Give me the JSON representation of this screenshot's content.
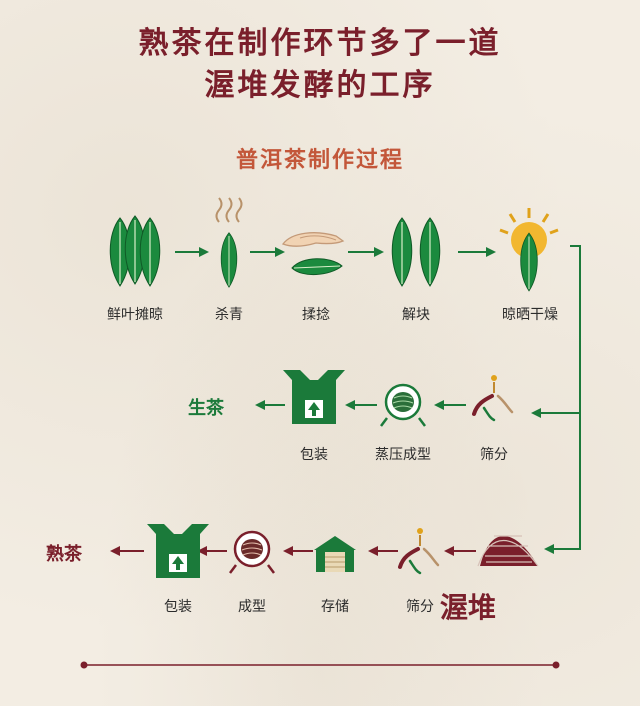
{
  "title": {
    "line1": "熟茶在制作环节多了一道",
    "line2": "渥堆发酵的工序"
  },
  "subtitle": "普洱茶制作过程",
  "row1": [
    {
      "label": "鲜叶摊晾",
      "icon": "fresh-leaves-icon"
    },
    {
      "label": "杀青",
      "icon": "steaming-leaf-icon"
    },
    {
      "label": "揉捻",
      "icon": "hand-rolling-leaf-icon"
    },
    {
      "label": "解块",
      "icon": "two-leaves-icon"
    },
    {
      "label": "晾晒干燥",
      "icon": "sun-leaf-icon"
    }
  ],
  "row2": {
    "output": "生茶",
    "steps": [
      {
        "label": "包装",
        "icon": "package-box-icon"
      },
      {
        "label": "蒸压成型",
        "icon": "tea-cake-icon"
      },
      {
        "label": "筛分",
        "icon": "sieve-leaves-icon"
      }
    ]
  },
  "row3": {
    "output": "熟茶",
    "steps": [
      {
        "label": "包装",
        "icon": "package-box-icon"
      },
      {
        "label": "成型",
        "icon": "tea-cake-icon"
      },
      {
        "label": "存储",
        "icon": "warehouse-icon"
      },
      {
        "label": "筛分",
        "icon": "sieve-leaves-icon"
      },
      {
        "label": "渥堆",
        "icon": "pile-fermentation-icon"
      }
    ]
  },
  "colors": {
    "green": "#1b7a3a",
    "maroon": "#7a1f2b",
    "orange": "#c3573a",
    "gold": "#e0a21b"
  }
}
